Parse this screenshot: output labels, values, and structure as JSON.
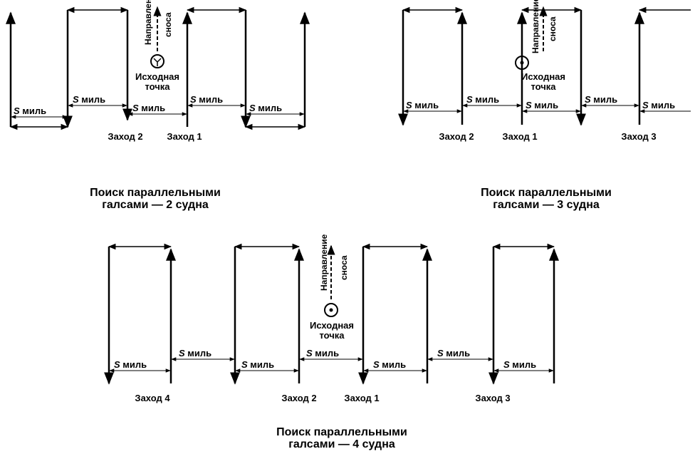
{
  "labels": {
    "s_italic": "S",
    "s_mil": "миль",
    "start_point_line1": "Исходная",
    "start_point_line2": "точка",
    "drift_line1": "Направление",
    "drift_line2": "сноса"
  },
  "passes": {
    "p1": "Заход 1",
    "p2": "Заход 2",
    "p3": "Заход 3",
    "p4": "Заход 4"
  },
  "captions": {
    "two_ships_line1": "Поиск параллельными",
    "two_ships_line2": "галсами — 2 судна",
    "three_ships_line1": "Поиск параллельными",
    "three_ships_line2": "галсами — 3 судна",
    "four_ships_line1": "Поиск параллельными",
    "four_ships_line2": "галсами — 4 судна"
  }
}
